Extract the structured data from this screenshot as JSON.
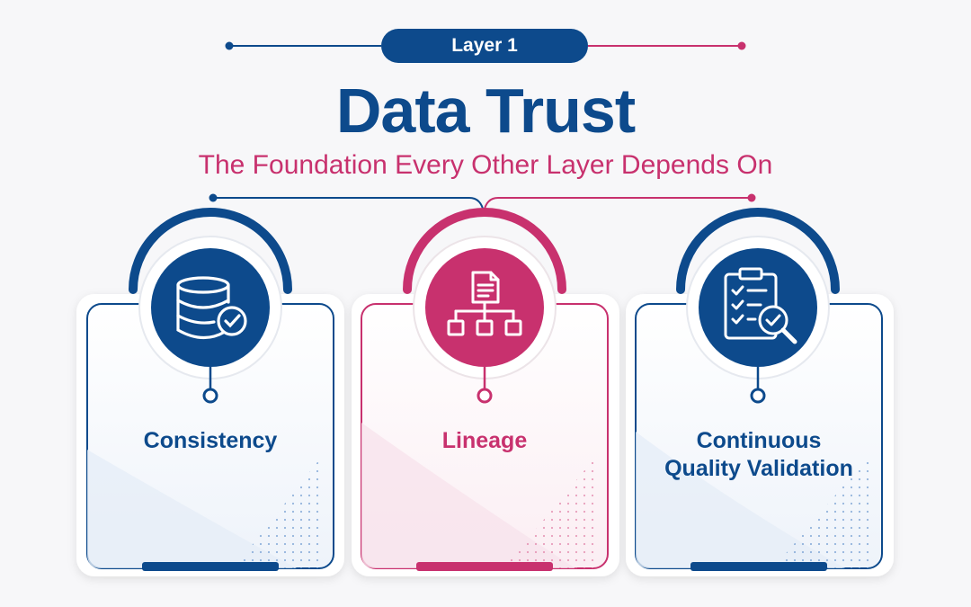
{
  "header": {
    "layer_label": "Layer 1",
    "title": "Data Trust",
    "subtitle": "The Foundation Every Other Layer Depends On"
  },
  "colors": {
    "blue": "#0d4a8c",
    "pink": "#c8316e",
    "background": "#f7f7f9"
  },
  "cards": [
    {
      "label": "Consistency",
      "icon": "database-check-icon",
      "accent": "blue"
    },
    {
      "label": "Lineage",
      "icon": "document-hierarchy-icon",
      "accent": "pink"
    },
    {
      "label": "Continuous Quality Validation",
      "label_lines": [
        "Continuous",
        "Quality Validation"
      ],
      "icon": "clipboard-checklist-magnifier-icon",
      "accent": "blue"
    }
  ]
}
